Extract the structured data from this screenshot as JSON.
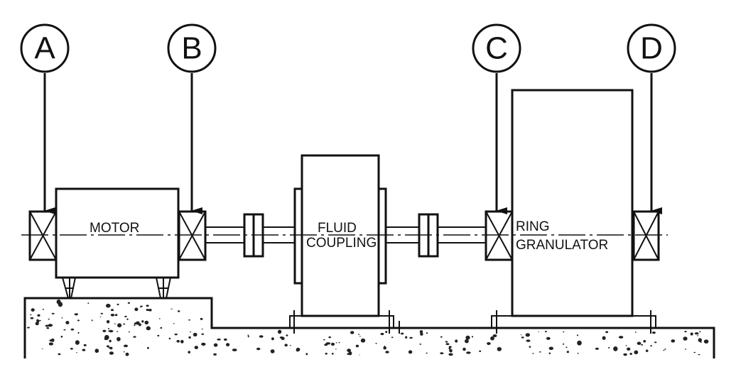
{
  "callouts": [
    "A",
    "B",
    "C",
    "D"
  ],
  "labels": {
    "motor": "MOTOR",
    "fluid_coupling_line1": "FLUID",
    "fluid_coupling_line2": "COUPLING",
    "ring_granulator_line1": "RING",
    "ring_granulator_line2": "GRANULATOR"
  }
}
